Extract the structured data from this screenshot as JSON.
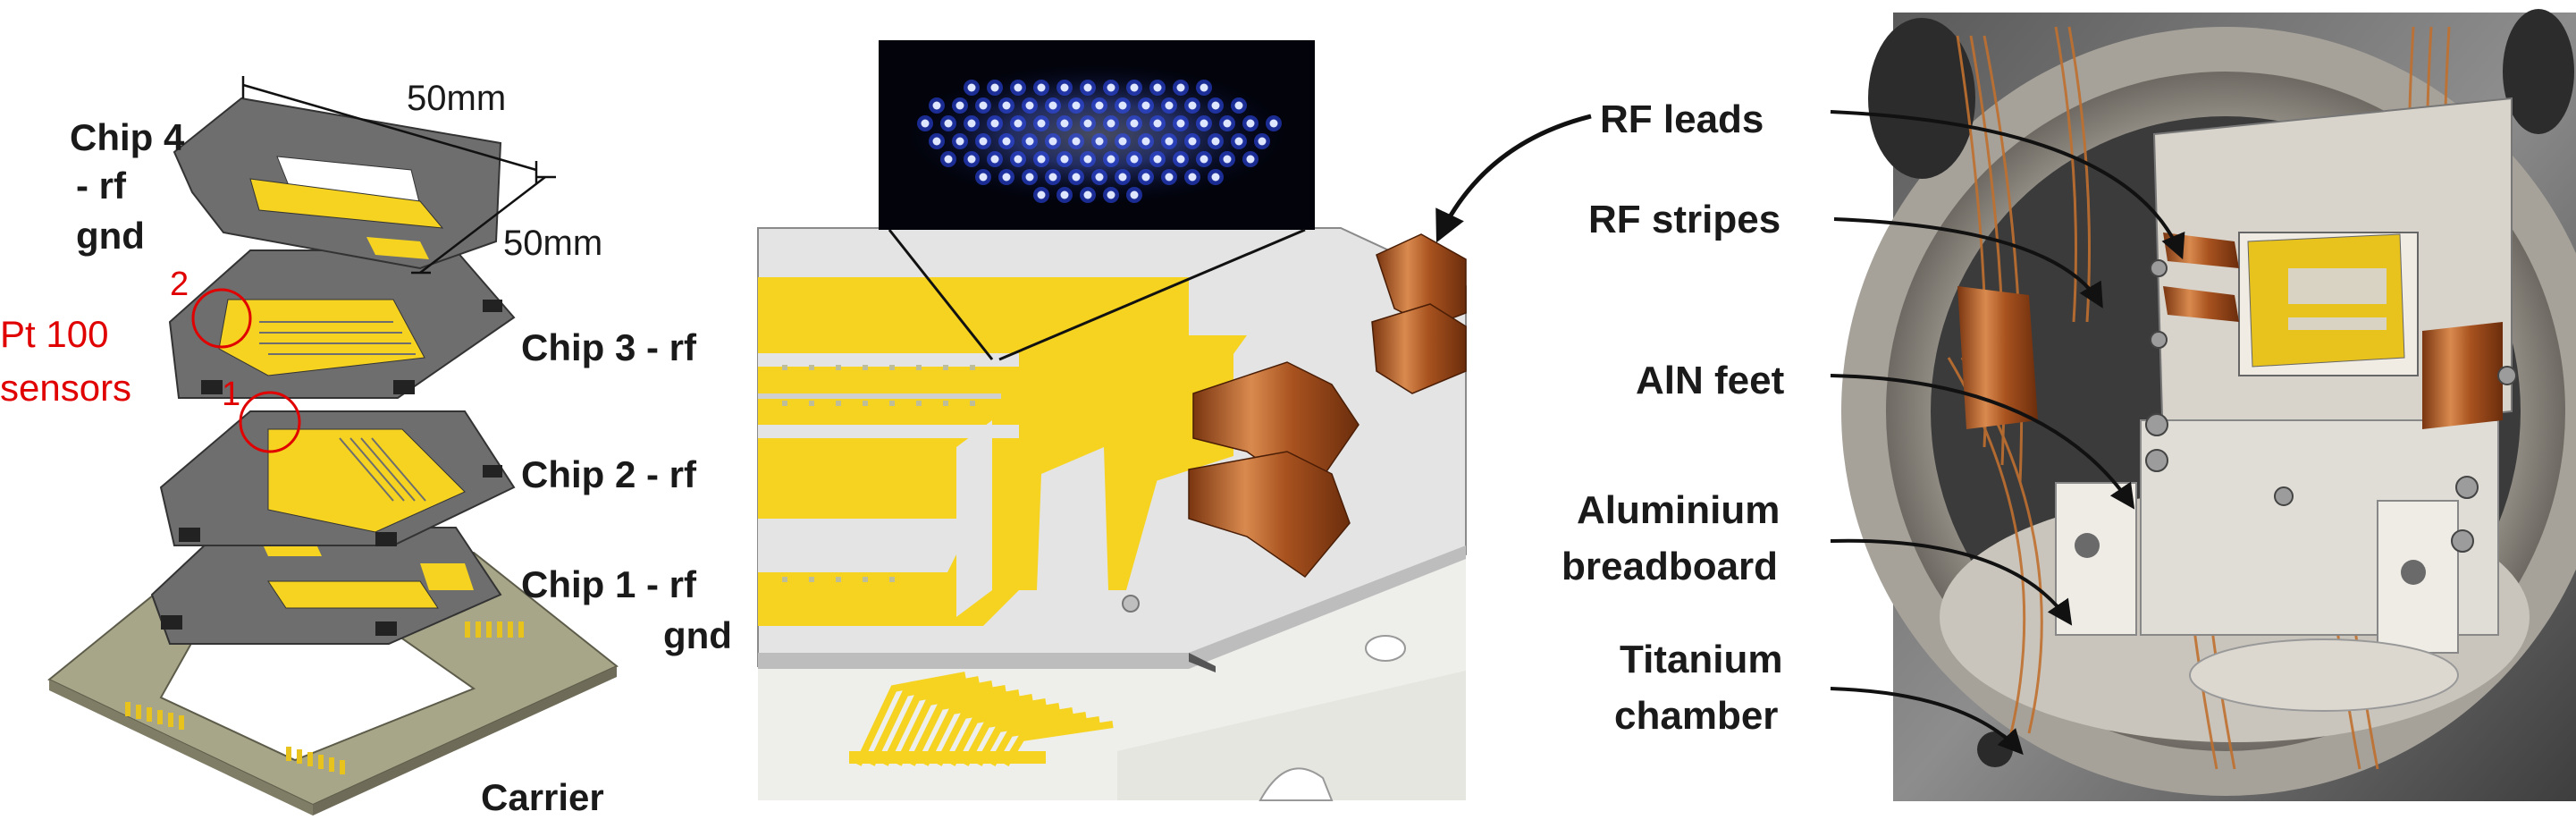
{
  "left_panel": {
    "dimension_width": "50mm",
    "dimension_depth": "50mm",
    "chip4_label_line1": "Chip 4",
    "chip4_label_line2": "- rf",
    "chip4_label_line3": "gnd",
    "sensors_label_line1": "Pt 100",
    "sensors_label_line2": "sensors",
    "sensor_marker_1": "1",
    "sensor_marker_2": "2",
    "chip3_label": "Chip 3 - rf",
    "chip2_label": "Chip 2 - rf",
    "chip1_label_line1": "Chip 1 - rf",
    "chip1_label_line2": "gnd",
    "carrier_label": "Carrier"
  },
  "right_panel": {
    "labels": {
      "rf_leads": "RF leads",
      "rf_stripes": "RF stripes",
      "aln_feet": "AlN feet",
      "breadboard_line1": "Aluminium",
      "breadboard_line2": "breadboard",
      "chamber_line1": "Titanium",
      "chamber_line2": "chamber"
    }
  },
  "colors": {
    "gold": "#f5d320",
    "chip_gray": "#6e6e6e",
    "carrier_khaki": "#a8a688",
    "copper": "#b8612a",
    "ion_blue": "#3a56ff",
    "label_red": "#e00000"
  }
}
